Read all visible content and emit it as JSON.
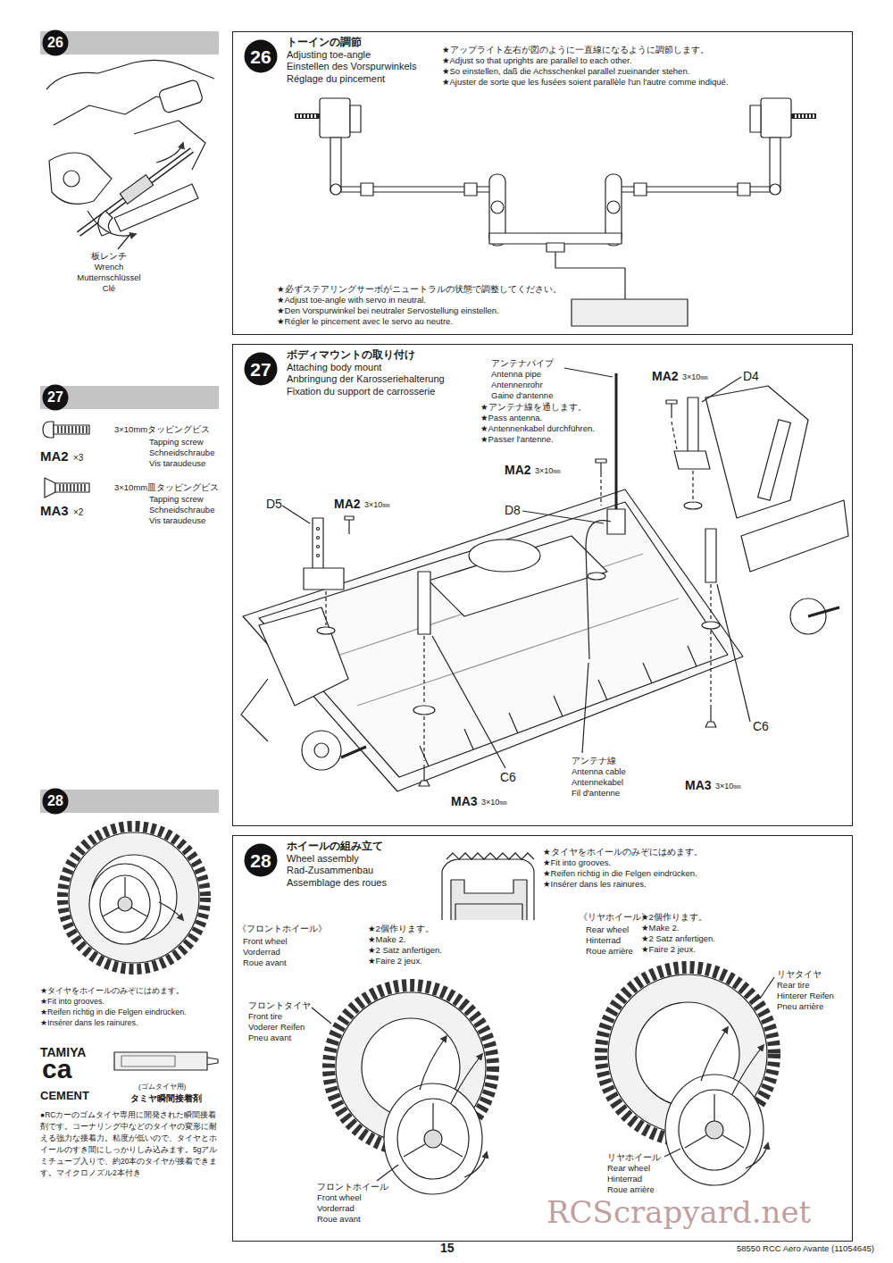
{
  "diagram": {
    "nodes": [
      {
        "text": [
          "26"
        ]
      },
      {
        "text": [
          "27"
        ]
      },
      {
        "text": [
          "28"
        ]
      },
      {
        "text": [
          "トーインの調節",
          "Adjusting toe-angle",
          "Einstellen des Vorspurwinkels",
          "Réglage du pincement"
        ]
      },
      {
        "text": [
          "26"
        ],
        "in": 3
      },
      {
        "text": [
          "ボディマウントの取り付け",
          "Attaching body mount",
          "Anbringung der Karosseriehalterung",
          "Fixation du support de carrosserie"
        ]
      },
      {
        "text": [
          "27"
        ],
        "in": 5
      },
      {
        "text": [
          "ホイールの組み立て",
          "Wheel assembly",
          "Rad-Zusammenbau",
          "Assemblage des roues"
        ]
      },
      {
        "text": [
          "28"
        ],
        "in": 7
      }
    ],
    "labels": [
      "板レンチ",
      "Wrench",
      "Mutternschlüssel",
      "Clé",
      "3×10mmタッピングビス",
      "Tapping screw",
      "Schneidschraube",
      "Vis taraudeuse",
      "MA2",
      "×3",
      "3×10mm皿タッピングビス",
      "Tapping screw",
      "Schneidschraube",
      "Vis taraudeuse",
      "MA3",
      "×2",
      "★タイヤをホイールのみぞにはめます。",
      "★Fit into grooves.",
      "★Reifen richtig in die Felgen eindrücken.",
      "★Insérer dans les rainures.",
      "TAMIYA",
      "ca",
      "CEMENT",
      "(ゴムタイヤ用)",
      "タミヤ瞬間接着剤",
      "●RCカーのゴムタイヤ専用に開発された瞬間接着剤です。コーナリング中などのタイヤの変形に耐える強力な接着力。粘度が低いので、タイヤとホイールのすき間にしっかりしみ込みます。5gアルミチューブ入りで、約20本のタイヤが接着できます。マイクロノズル2本付き",
      "★アップライト左右が図のように一直線になるように調節します。",
      "★Adjust so that uprights are parallel to each other.",
      "★So einstellen, daß die Achsschenkel parallel zueinander stehen.",
      "★Ajuster de sorte que les fusées soient parallèle l'un l'autre comme indiqué.",
      "★必ずステアリングサーボがニュートラルの状態で調整してください。",
      "★Adjust toe-angle with servo in neutral.",
      "★Den Vorspurwinkel bei neutraler Servostellung einstellen.",
      "★Régler le pincement avec le servo au neutre.",
      "アンテナパイプ",
      "Antenna pipe",
      "Antennenrohr",
      "Gaine d'antenne",
      "★アンテナ線を通します。",
      "★Pass antenna.",
      "★Antennenkabel durchführen.",
      "★Passer l'antenne.",
      "MA2",
      "3×10㎜",
      "D4",
      "MA2",
      "3×10㎜",
      "D8",
      "D5",
      "MA2",
      "3×10㎜",
      "C6",
      "C6",
      "アンテナ線",
      "Antenna cable",
      "Antennekabel",
      "Fil d'antenne",
      "MA3",
      "3×10㎜",
      "MA3",
      "3×10㎜",
      "★タイヤをホイールのみぞにはめます。",
      "★Fit into grooves.",
      "★Reifen richtig in die Felgen eindrücken.",
      "★Insérer dans les rainures.",
      "《フロントホイール》",
      "Front wheel",
      "Vorderrad",
      "Roue avant",
      "★2個作ります。",
      "★Make 2.",
      "★2 Satz anfertigen.",
      "★Faire 2 jeux.",
      "《リヤホイール》",
      "Rear wheel",
      "Hinterrad",
      "Roue arrière",
      "★2個作ります。",
      "★Make 2.",
      "★2 Satz anfertigen.",
      "★Faire 2 jeux.",
      "リヤタイヤ",
      "Rear tire",
      "Hinterer Reifen",
      "Pneu arrière",
      "フロントタイヤ",
      "Front tire",
      "Voderer Reifen",
      "Pneu avant",
      "フロントホイール",
      "Front wheel",
      "Vorderrad",
      "Roue avant",
      "リヤホイール",
      "Rear wheel",
      "Hinterrad",
      "Roue arrière",
      "15",
      "58550 RCC Aero Avante (11054645)",
      "RCScrapyard.net"
    ]
  }
}
